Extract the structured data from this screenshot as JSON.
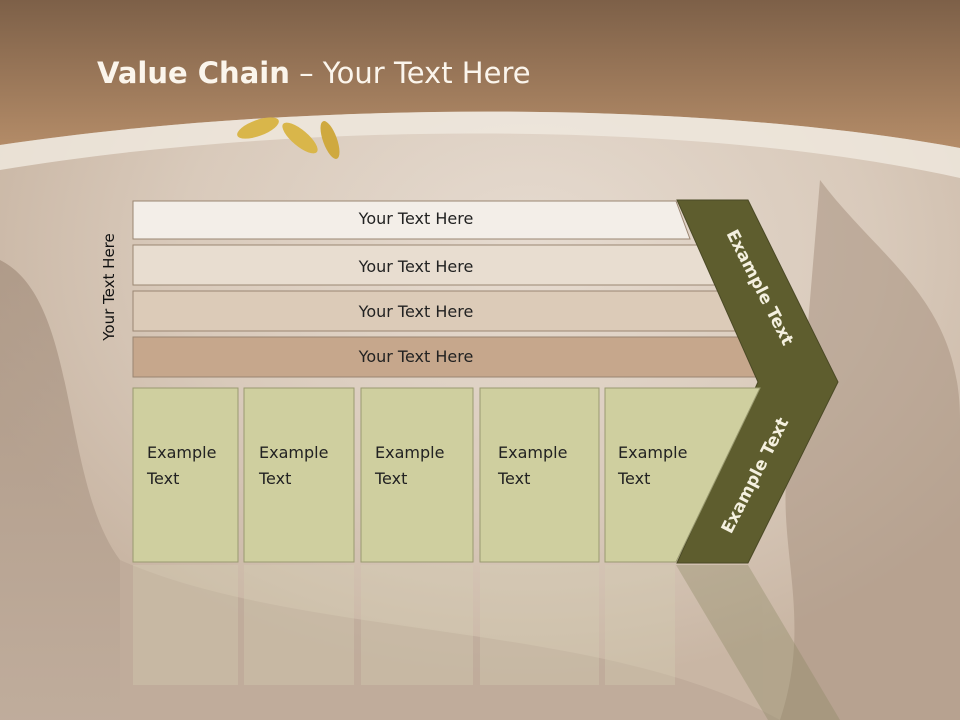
{
  "slide": {
    "title_bold": "Value Chain",
    "title_rest": " – Your Text Here",
    "side_label": "Your Text Here"
  },
  "support_rows": [
    {
      "label": "Your Text Here",
      "fill": "#f3eee8"
    },
    {
      "label": "Your Text Here",
      "fill": "#e8ddd0"
    },
    {
      "label": "Your Text Here",
      "fill": "#dccbb8"
    },
    {
      "label": "Your Text Here",
      "fill": "#c6a78c"
    }
  ],
  "primary_boxes": [
    {
      "line1": "Example",
      "line2": "Text"
    },
    {
      "line1": "Example",
      "line2": "Text"
    },
    {
      "line1": "Example",
      "line2": "Text"
    },
    {
      "line1": "Example",
      "line2": "Text"
    },
    {
      "line1": "Example",
      "line2": "Text"
    }
  ],
  "arrow": {
    "upper_label": "Example Text",
    "lower_label": "Example Text",
    "fill": "#5e5d2e"
  },
  "colors": {
    "header_band": "#a97f5a",
    "box_fill": "#cfcf9f",
    "box_stroke": "#9a9a70",
    "row_stroke": "#9a8672"
  }
}
